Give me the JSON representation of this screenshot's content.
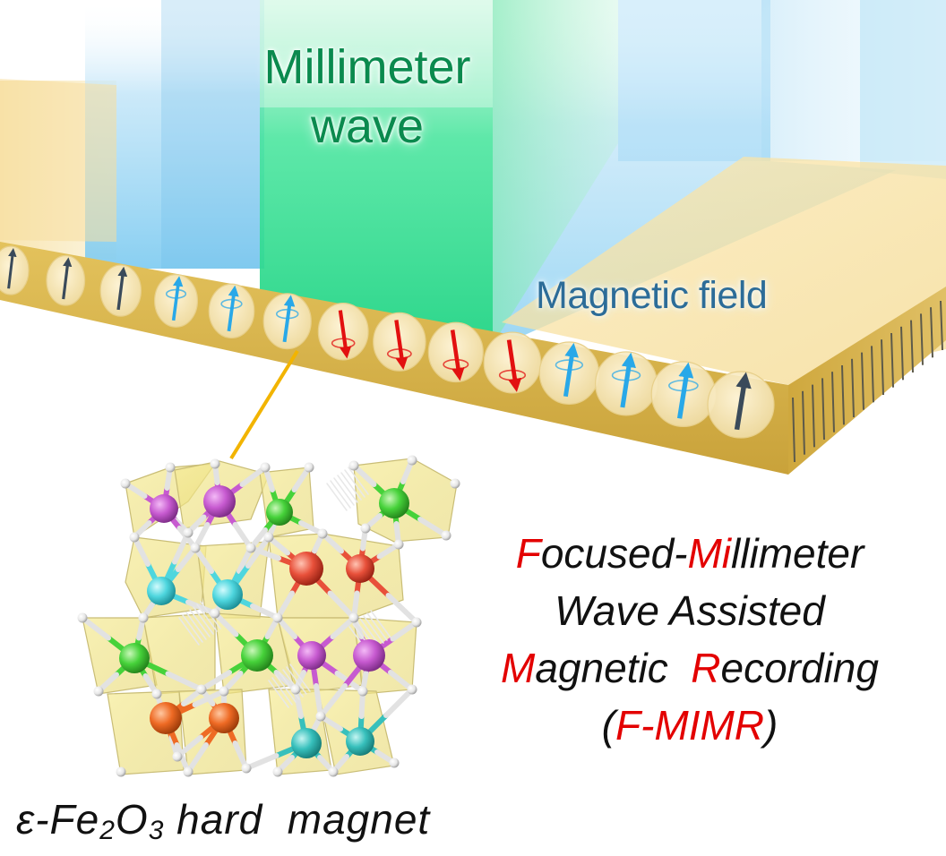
{
  "labels": {
    "millimeter_wave_line1": "Millimeter",
    "millimeter_wave_line2": "wave",
    "magnetic_field": "Magnetic field",
    "title_lines": [
      {
        "p1": "F",
        "p2": "ocused-",
        "p3": "Mi",
        "p4": "llimeter"
      },
      {
        "p1": "Wave Assisted"
      },
      {
        "p1": "M",
        "p2": "agnetic  ",
        "p3": "R",
        "p4": "ecording"
      },
      {
        "p1": "(",
        "p2": "F-MIMR",
        "p3": ")"
      }
    ],
    "hard_magnet": {
      "eps": "ε-Fe",
      "sub2": "2",
      "o": "O",
      "sub3": "3",
      "rest": " hard  magnet"
    }
  },
  "spins": [
    {
      "dir": "up",
      "color": "dark"
    },
    {
      "dir": "up",
      "color": "dark"
    },
    {
      "dir": "up",
      "color": "dark"
    },
    {
      "dir": "up",
      "color": "blue"
    },
    {
      "dir": "up",
      "color": "blue"
    },
    {
      "dir": "up",
      "color": "blue"
    },
    {
      "dir": "down",
      "color": "red"
    },
    {
      "dir": "down",
      "color": "red"
    },
    {
      "dir": "down",
      "color": "red"
    },
    {
      "dir": "down",
      "color": "red"
    },
    {
      "dir": "up",
      "color": "blue"
    },
    {
      "dir": "up",
      "color": "blue"
    },
    {
      "dir": "up",
      "color": "blue"
    },
    {
      "dir": "up",
      "color": "dark"
    }
  ],
  "colors": {
    "accent_red": "#e30000",
    "wave_green": "#0a8a4e",
    "field_blue": "#2c6c98",
    "spin_dark": "#3a4a5a",
    "spin_blue": "#29a8e8",
    "spin_red": "#e21010",
    "film": "#d9b54a"
  },
  "atoms": {
    "magenta": "#c75ad0",
    "green": "#46d23a",
    "red": "#e8503a",
    "cyan": "#4ed6de",
    "orange": "#ee6a24",
    "teal": "#37c0bc",
    "oxygen": "#f3f3f3"
  }
}
